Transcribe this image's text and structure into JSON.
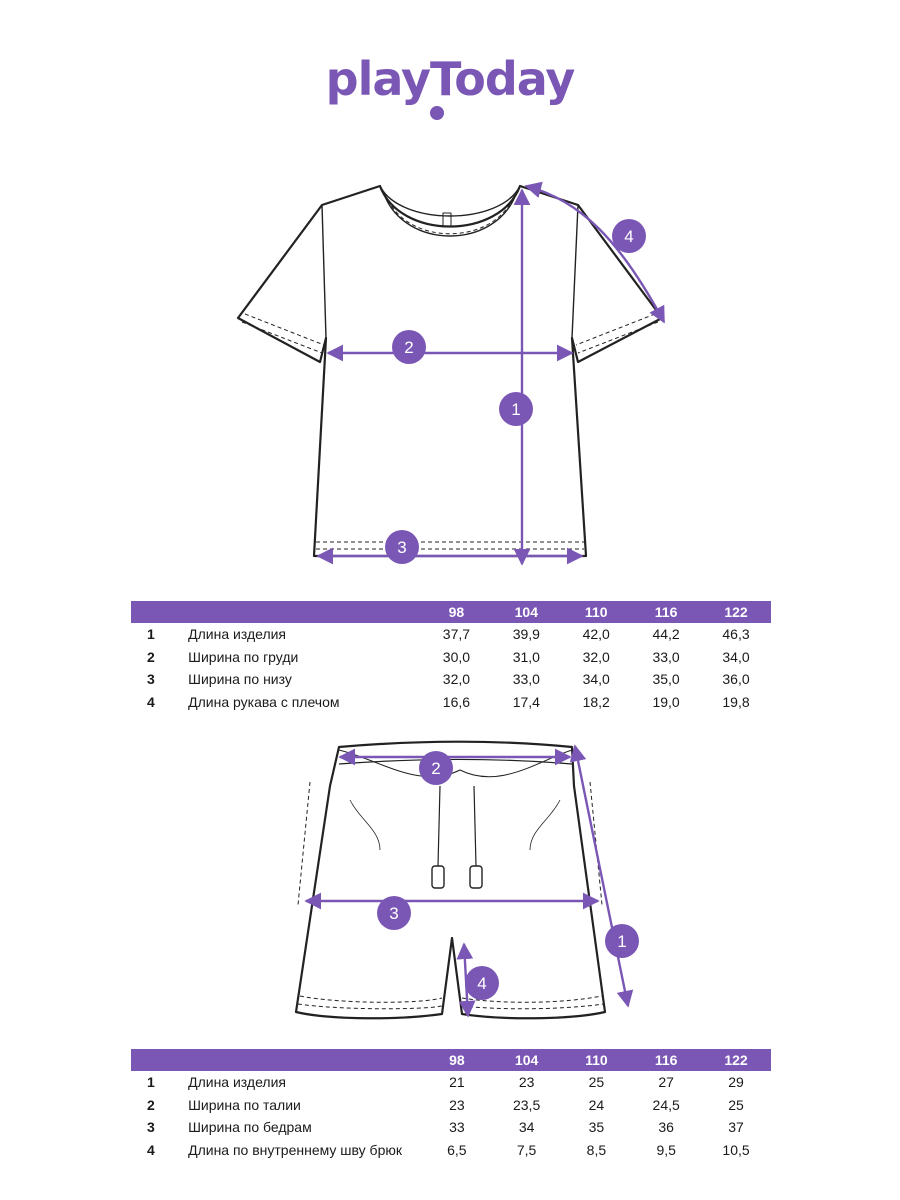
{
  "brand": {
    "logo_text": "playToday",
    "accent_color": "#7b57b5",
    "outline_color": "#222222"
  },
  "tshirt": {
    "badges": [
      "1",
      "2",
      "3",
      "4"
    ]
  },
  "shorts": {
    "badges": [
      "1",
      "2",
      "3",
      "4"
    ]
  },
  "tshirt_table": {
    "sizes": [
      "98",
      "104",
      "110",
      "116",
      "122"
    ],
    "rows": [
      {
        "num": "1",
        "label": "Длина изделия",
        "values": [
          "37,7",
          "39,9",
          "42,0",
          "44,2",
          "46,3"
        ]
      },
      {
        "num": "2",
        "label": "Ширина по груди",
        "values": [
          "30,0",
          "31,0",
          "32,0",
          "33,0",
          "34,0"
        ]
      },
      {
        "num": "3",
        "label": "Ширина по низу",
        "values": [
          "32,0",
          "33,0",
          "34,0",
          "35,0",
          "36,0"
        ]
      },
      {
        "num": "4",
        "label": "Длина рукава с плечом",
        "values": [
          "16,6",
          "17,4",
          "18,2",
          "19,0",
          "19,8"
        ]
      }
    ]
  },
  "shorts_table": {
    "sizes": [
      "98",
      "104",
      "110",
      "116",
      "122"
    ],
    "rows": [
      {
        "num": "1",
        "label": "Длина изделия",
        "values": [
          "21",
          "23",
          "25",
          "27",
          "29"
        ]
      },
      {
        "num": "2",
        "label": "Ширина по талии",
        "values": [
          "23",
          "23,5",
          "24",
          "24,5",
          "25"
        ]
      },
      {
        "num": "3",
        "label": "Ширина по бедрам",
        "values": [
          "33",
          "34",
          "35",
          "36",
          "37"
        ]
      },
      {
        "num": "4",
        "label": "Длина по внутреннему шву брюк",
        "values": [
          "6,5",
          "7,5",
          "8,5",
          "9,5",
          "10,5"
        ]
      }
    ]
  }
}
